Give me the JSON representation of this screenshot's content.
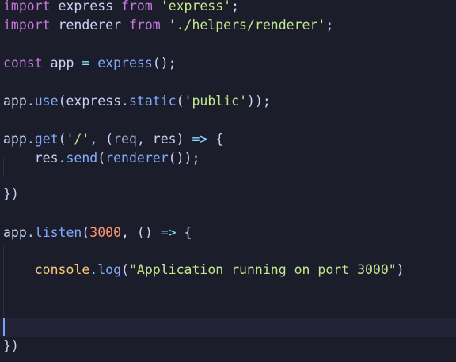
{
  "editor": {
    "language": "javascript",
    "colors": {
      "background": "#1b1d2b",
      "keyword": "#c678dd",
      "string": "#c3e88d",
      "function": "#82aaff",
      "operator": "#89ddff",
      "number": "#ff966c",
      "identifier": "#c8d3f5",
      "console": "#ffc777",
      "cursor": "#7aa2f7"
    },
    "lines": [
      {
        "id": "l1",
        "tokens": [
          {
            "t": "import",
            "c": "kw"
          },
          {
            "t": " express ",
            "c": "id"
          },
          {
            "t": "from",
            "c": "kw"
          },
          {
            "t": " ",
            "c": "id"
          },
          {
            "t": "'express'",
            "c": "str"
          },
          {
            "t": ";",
            "c": "punc"
          }
        ]
      },
      {
        "id": "l2",
        "tokens": [
          {
            "t": "import",
            "c": "kw"
          },
          {
            "t": " renderer ",
            "c": "id"
          },
          {
            "t": "from",
            "c": "kw"
          },
          {
            "t": " ",
            "c": "id"
          },
          {
            "t": "'./helpers/renderer'",
            "c": "str"
          },
          {
            "t": ";",
            "c": "punc"
          }
        ]
      },
      {
        "id": "l3",
        "tokens": []
      },
      {
        "id": "l4",
        "tokens": [
          {
            "t": "const",
            "c": "kw"
          },
          {
            "t": " app ",
            "c": "id"
          },
          {
            "t": "=",
            "c": "op"
          },
          {
            "t": " ",
            "c": "id"
          },
          {
            "t": "express",
            "c": "fn"
          },
          {
            "t": "();",
            "c": "punc"
          }
        ]
      },
      {
        "id": "l5",
        "tokens": []
      },
      {
        "id": "l6",
        "tokens": [
          {
            "t": "app",
            "c": "id"
          },
          {
            "t": ".",
            "c": "op"
          },
          {
            "t": "use",
            "c": "fn"
          },
          {
            "t": "(express",
            "c": "id"
          },
          {
            "t": ".",
            "c": "op"
          },
          {
            "t": "static",
            "c": "fn"
          },
          {
            "t": "(",
            "c": "punc"
          },
          {
            "t": "'public'",
            "c": "str"
          },
          {
            "t": "));",
            "c": "punc"
          }
        ]
      },
      {
        "id": "l7",
        "tokens": []
      },
      {
        "id": "l8",
        "tokens": [
          {
            "t": "app",
            "c": "id"
          },
          {
            "t": ".",
            "c": "op"
          },
          {
            "t": "get",
            "c": "fn"
          },
          {
            "t": "(",
            "c": "punc"
          },
          {
            "t": "'/'",
            "c": "str"
          },
          {
            "t": ", (",
            "c": "punc"
          },
          {
            "t": "req",
            "c": "param"
          },
          {
            "t": ", res) ",
            "c": "id"
          },
          {
            "t": "=>",
            "c": "op"
          },
          {
            "t": " {",
            "c": "punc"
          }
        ]
      },
      {
        "id": "l9",
        "tokens": [
          {
            "t": "    res",
            "c": "id"
          },
          {
            "t": ".",
            "c": "op"
          },
          {
            "t": "send",
            "c": "fn"
          },
          {
            "t": "(",
            "c": "punc"
          },
          {
            "t": "renderer",
            "c": "fn"
          },
          {
            "t": "());",
            "c": "punc"
          }
        ]
      },
      {
        "id": "l10",
        "tokens": []
      },
      {
        "id": "l11",
        "tokens": [
          {
            "t": "})",
            "c": "punc"
          }
        ]
      },
      {
        "id": "l12",
        "tokens": []
      },
      {
        "id": "l13",
        "tokens": [
          {
            "t": "app",
            "c": "id"
          },
          {
            "t": ".",
            "c": "op"
          },
          {
            "t": "listen",
            "c": "fn"
          },
          {
            "t": "(",
            "c": "punc"
          },
          {
            "t": "3000",
            "c": "num"
          },
          {
            "t": ", () ",
            "c": "punc"
          },
          {
            "t": "=>",
            "c": "op"
          },
          {
            "t": " {",
            "c": "punc"
          }
        ]
      },
      {
        "id": "l14",
        "tokens": []
      },
      {
        "id": "l15",
        "tokens": [
          {
            "t": "    ",
            "c": "id"
          },
          {
            "t": "console",
            "c": "obj"
          },
          {
            "t": ".",
            "c": "op"
          },
          {
            "t": "log",
            "c": "fn"
          },
          {
            "t": "(",
            "c": "punc"
          },
          {
            "t": "\"Application running on port 3000\"",
            "c": "str"
          },
          {
            "t": ")",
            "c": "punc"
          }
        ]
      },
      {
        "id": "l16",
        "tokens": []
      },
      {
        "id": "l17",
        "tokens": []
      },
      {
        "id": "l18",
        "tokens": [
          {
            "t": "})",
            "c": "punc"
          }
        ]
      }
    ]
  }
}
